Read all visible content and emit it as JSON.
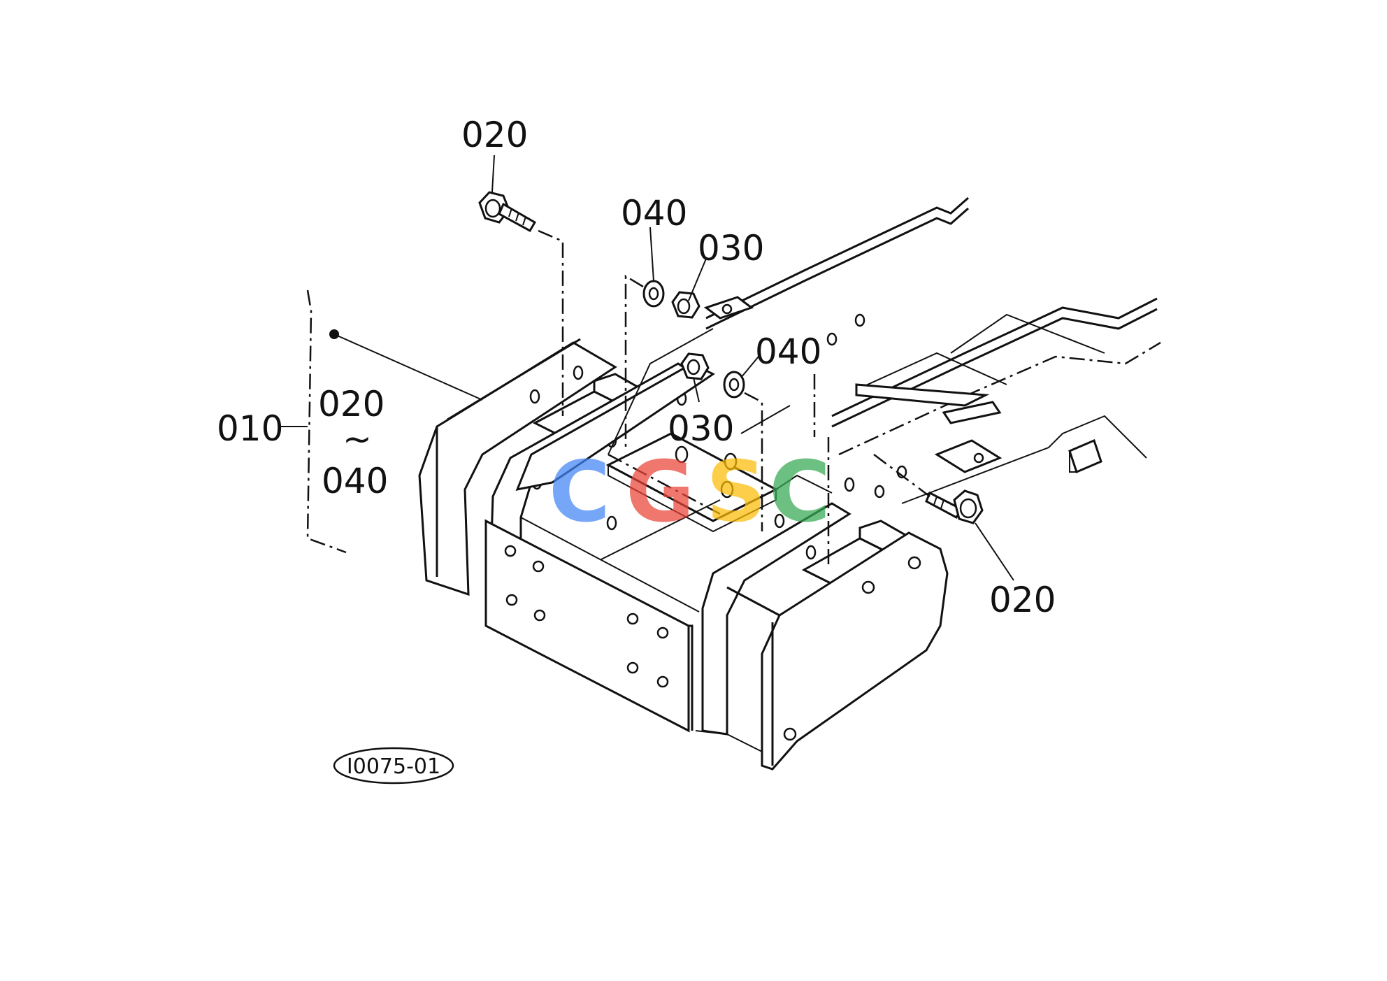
{
  "labels": {
    "l010": "010",
    "l020_top": "020",
    "l040_a": "040",
    "l030_a": "030",
    "l040_b": "040",
    "l030_b": "030",
    "l020_right": "020",
    "range_start": "020",
    "range_sep": "~",
    "range_end": "040"
  },
  "diagram_code": "I0075-01",
  "watermark": {
    "letters": [
      "C",
      "G",
      "S",
      "C"
    ],
    "colors": [
      "#4285F4",
      "#EA4335",
      "#FBBC05",
      "#34A853"
    ]
  }
}
